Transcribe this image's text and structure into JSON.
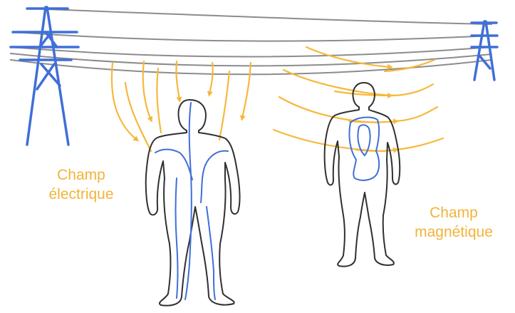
{
  "labels": {
    "electric_line1": "Champ",
    "electric_line2": "électrique",
    "magnetic_line1": "Champ",
    "magnetic_line2": "magnétique"
  },
  "colors": {
    "field": "#F5B93C",
    "label": "#F2B33A",
    "tower": "#3F6FD8",
    "current": "#3F6FD8",
    "wire": "#8C8C8C",
    "body_outline": "#303030"
  },
  "icons": {
    "left_tower": "power-pylon-icon",
    "right_tower": "power-pylon-icon"
  }
}
